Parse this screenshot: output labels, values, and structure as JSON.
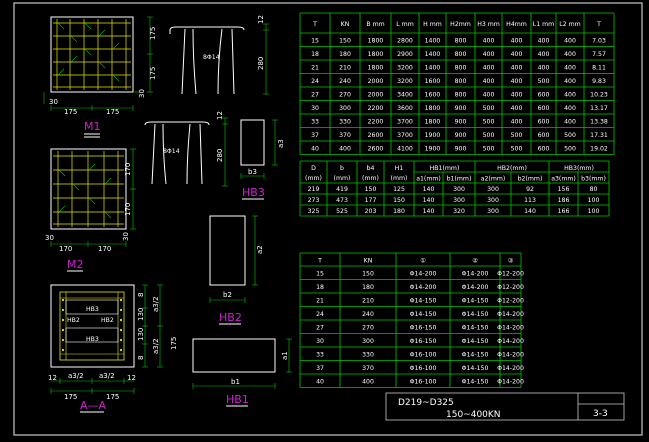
{
  "colors": {
    "background": "#000000",
    "frame": "#d0d0d0",
    "table_line": "#00c800",
    "text": "#ffffff",
    "rebar": "#e8e800",
    "label": "#d020d0",
    "dim_line": "#00c800"
  },
  "table1": {
    "headers": [
      "T",
      "KN",
      "B mm",
      "L mm",
      "H mm",
      "H2mm",
      "H3 mm",
      "H4mm",
      "L1 mm",
      "L2 mm",
      "T"
    ],
    "rows": [
      [
        "15",
        "150",
        "1800",
        "2800",
        "1400",
        "800",
        "400",
        "400",
        "400",
        "400",
        "7.03"
      ],
      [
        "18",
        "180",
        "1800",
        "2900",
        "1400",
        "800",
        "400",
        "400",
        "400",
        "400",
        "7.57"
      ],
      [
        "21",
        "210",
        "1800",
        "3200",
        "1400",
        "800",
        "400",
        "400",
        "400",
        "400",
        "8.11"
      ],
      [
        "24",
        "240",
        "2000",
        "3200",
        "1600",
        "800",
        "400",
        "400",
        "500",
        "400",
        "9.83"
      ],
      [
        "27",
        "270",
        "2000",
        "3400",
        "1600",
        "800",
        "400",
        "400",
        "600",
        "400",
        "10.23"
      ],
      [
        "30",
        "300",
        "2200",
        "3600",
        "1800",
        "900",
        "500",
        "400",
        "600",
        "400",
        "13.17"
      ],
      [
        "33",
        "330",
        "2200",
        "3700",
        "1800",
        "900",
        "500",
        "400",
        "600",
        "400",
        "13.38"
      ],
      [
        "37",
        "370",
        "2600",
        "3700",
        "1900",
        "900",
        "500",
        "500",
        "600",
        "500",
        "17.31"
      ],
      [
        "40",
        "400",
        "2600",
        "4100",
        "1900",
        "900",
        "500",
        "500",
        "600",
        "500",
        "19.02"
      ]
    ]
  },
  "table2": {
    "head_top": [
      "D\n(mm)",
      "b\n(mm)",
      "b4\n(mm)",
      "H1\n(mm)",
      "HB1(mm)",
      "HB2(mm)",
      "HB3(mm)"
    ],
    "head_sub": [
      "a1(mm)",
      "b1(mm)",
      "a2(mm)",
      "b2(mm)",
      "a3(mm)",
      "b3(mm)"
    ],
    "rows": [
      [
        "219",
        "419",
        "150",
        "125",
        "140",
        "300",
        "300",
        "92",
        "156",
        "80"
      ],
      [
        "273",
        "473",
        "177",
        "150",
        "140",
        "300",
        "300",
        "113",
        "186",
        "100"
      ],
      [
        "325",
        "525",
        "203",
        "180",
        "140",
        "320",
        "300",
        "140",
        "166",
        "100"
      ]
    ]
  },
  "table3": {
    "headers": [
      "T",
      "KN",
      "①",
      "②",
      "③"
    ],
    "rows": [
      [
        "15",
        "150",
        "Φ14-200",
        "Φ14-200",
        "Φ12-200"
      ],
      [
        "18",
        "180",
        "Φ14-200",
        "Φ14-200",
        "Φ12-200"
      ],
      [
        "21",
        "210",
        "Φ14-150",
        "Φ14-150",
        "Φ12-200"
      ],
      [
        "24",
        "240",
        "Φ14-150",
        "Φ14-150",
        "Φ14-200"
      ],
      [
        "27",
        "270",
        "Φ16-150",
        "Φ14-150",
        "Φ14-200"
      ],
      [
        "30",
        "300",
        "Φ16-150",
        "Φ14-150",
        "Φ14-200"
      ],
      [
        "33",
        "330",
        "Φ16-100",
        "Φ14-150",
        "Φ14-200"
      ],
      [
        "37",
        "370",
        "Φ16-100",
        "Φ14-150",
        "Φ14-200"
      ],
      [
        "40",
        "400",
        "Φ16-100",
        "Φ14-150",
        "Φ14-200"
      ]
    ]
  },
  "labels": {
    "m1": "M1",
    "m2": "M2",
    "aa": "A—A",
    "hb1": "HB1",
    "hb2": "HB2",
    "hb3": "HB3",
    "rebar_note": "8Φ14"
  },
  "dims": {
    "m1_h1": "175",
    "m1_h2": "175",
    "m1_w1": "175",
    "m1_w2": "175",
    "m1_30a": "30",
    "m1_30b": "30",
    "m1_175b": "175",
    "m2_h1": "170",
    "m2_h2": "170",
    "m2_w1": "170",
    "m2_w2": "170",
    "m2_30a": "30",
    "m2_30b": "30",
    "aa_a3a": "a3/2",
    "aa_a3b": "a3/2",
    "aa_130a": "130",
    "aa_130b": "130",
    "aa_175v": "175",
    "aa_12a": "12",
    "aa_12b": "12",
    "aa_a3h1": "a3/2",
    "aa_a3h2": "a3/2",
    "aa_175a": "175",
    "aa_175b": "175",
    "aa_8a": "8",
    "aa_8b": "8",
    "leg1_280": "280",
    "leg1_12": "12",
    "leg2_280": "280",
    "leg2_12": "12",
    "hb3_a3": "a3",
    "hb3_b3": "b3",
    "hb2_a2": "a2",
    "hb2_b2": "b2",
    "hb1_a1": "a1",
    "hb1_b1": "b1"
  },
  "title_block": {
    "line1": "D219~D325",
    "line2": "150~400KN",
    "sheet": "3-3"
  }
}
